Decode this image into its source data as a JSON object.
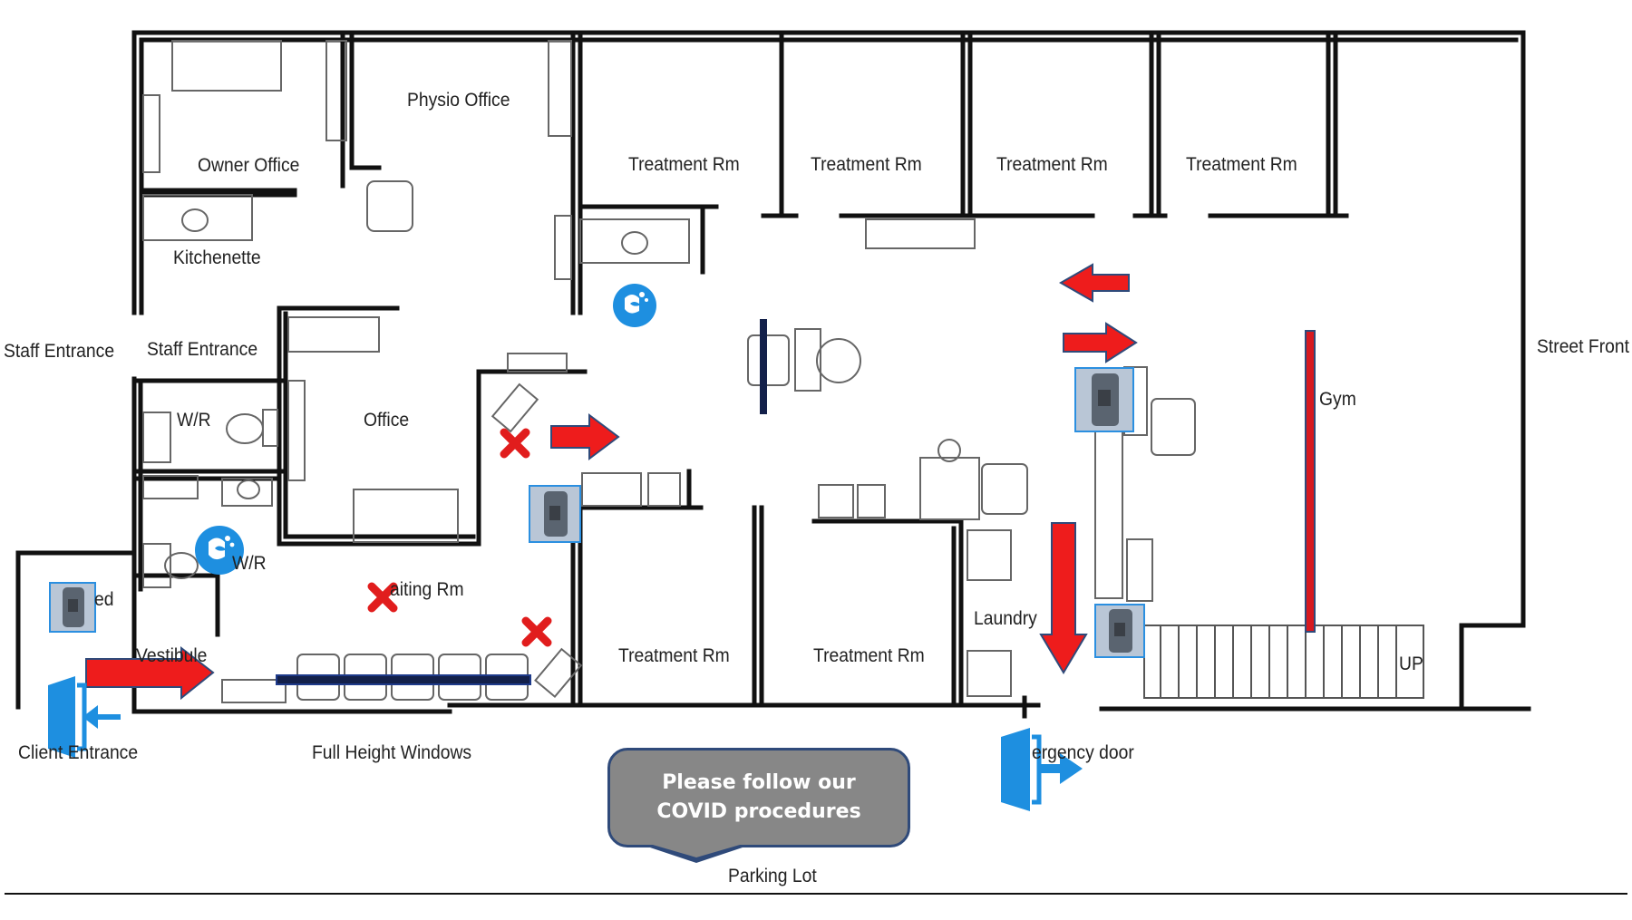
{
  "colors": {
    "wall": "#111111",
    "arrow_red": "#ee1c1c",
    "arrow_outline": "#2f4a7a",
    "barrier_red": "#d71920",
    "barrier_dark": "#13204a",
    "door_blue": "#1e8fe0",
    "bubble_gray": "#878787",
    "furniture": "#777777"
  },
  "labels": {
    "physio_office": "Physio Office",
    "owner_office": "Owner Office",
    "kitchenette": "Kitchenette",
    "treatment_1": "Treatment Rm",
    "treatment_2": "Treatment Rm",
    "treatment_3": "Treatment Rm",
    "treatment_4": "Treatment Rm",
    "treatment_5": "Treatment Rm",
    "treatment_6": "Treatment Rm",
    "staff_entrance_outer": "Staff Entrance",
    "staff_entrance_inner": "Staff Entrance",
    "street_front": "Street Front",
    "wr_top": "W/R",
    "wr_bottom": "W/R",
    "office": "Office",
    "gym": "Gym",
    "waiting_rm": "aiting Rm",
    "covered_entry_top": "ed",
    "vestibule": "Vestibule",
    "laundry": "Laundry",
    "up": "UP",
    "client_entrance": "Client Entrance",
    "full_height_windows": "Full Height Windows",
    "emergency_door": "ergency door",
    "parking_lot": "Parking Lot"
  },
  "notice": {
    "line1": "Please follow our",
    "line2": "COVID procedures"
  },
  "icons": {
    "sanitizer": "hand-sanitizer-dispenser-icon",
    "handwash": "hand-wash-icon",
    "blocked": "red-x-icon",
    "entrance": "entrance-door-icon",
    "exit": "exit-door-icon"
  }
}
